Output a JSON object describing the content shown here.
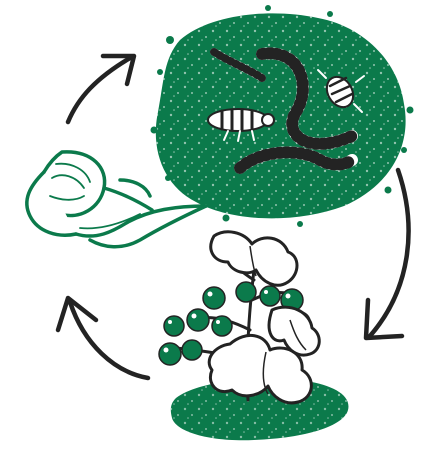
{
  "diagram": {
    "type": "cycle",
    "direction": "clockwise",
    "stages": [
      {
        "id": "peel",
        "icon": "fruit-peel-icon"
      },
      {
        "id": "decomposers",
        "icon": "worms-and-bugs-in-compost-icon"
      },
      {
        "id": "plant",
        "icon": "tomato-plant-icon"
      }
    ],
    "arrows": [
      {
        "from": "peel",
        "to": "decomposers"
      },
      {
        "from": "decomposers",
        "to": "plant"
      },
      {
        "from": "plant",
        "to": "peel"
      }
    ]
  },
  "colors": {
    "accent": "#0b7a4b",
    "ink": "#232323",
    "background": "#ffffff"
  }
}
